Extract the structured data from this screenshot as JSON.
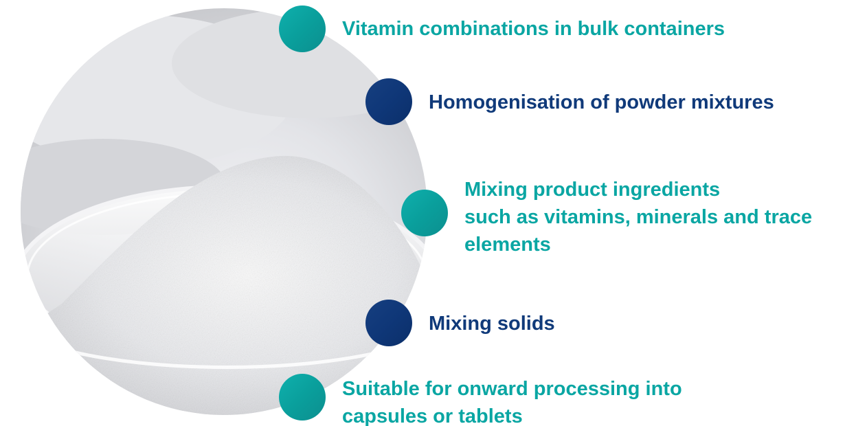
{
  "items": [
    {
      "text": "Vitamin combinations in bulk containers",
      "color": "#0aa6a3",
      "bullet": "teal-circle"
    },
    {
      "text": "Homogenisation of powder mixtures",
      "color": "#103a7a",
      "bullet": "navy-circle"
    },
    {
      "lines": [
        "Mixing product ingredients",
        "such as vitamins, minerals and trace",
        "elements"
      ],
      "color": "#0aa6a3",
      "bullet": "teal-circle"
    },
    {
      "text": "Mixing solids",
      "color": "#103a7a",
      "bullet": "navy-circle"
    },
    {
      "lines": [
        "Suitable for onward processing into",
        "capsules or tablets"
      ],
      "color": "#0aa6a3",
      "bullet": "teal-circle"
    }
  ],
  "colors": {
    "teal": "#0aa6a3",
    "navy": "#103a7a"
  }
}
